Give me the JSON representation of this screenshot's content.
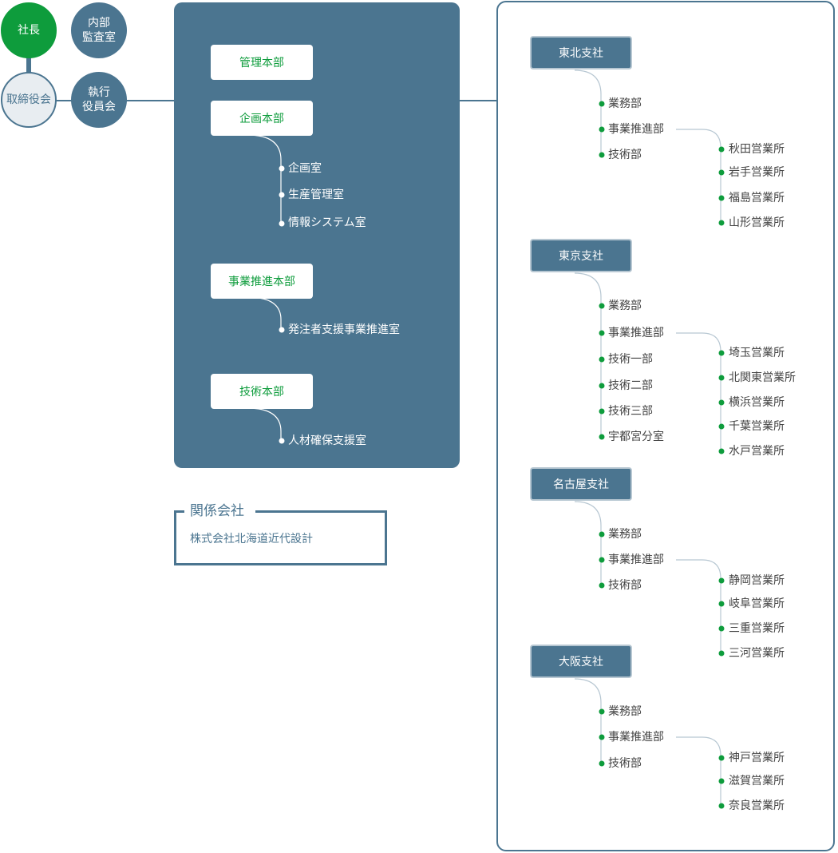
{
  "executive": {
    "president": "社長",
    "audit_line1": "内部",
    "audit_line2": "監査室",
    "board": "取締役会",
    "exec_line1": "執行",
    "exec_line2": "役員会"
  },
  "colors": {
    "primary": "#4b7590",
    "accent_green": "#0e9c3c",
    "light_bg": "#e8edf1"
  },
  "hq": {
    "divisions": [
      {
        "name": "管理本部",
        "children": []
      },
      {
        "name": "企画本部",
        "children": [
          "企画室",
          "生産管理室",
          "情報システム室"
        ]
      },
      {
        "name": "事業推進本部",
        "children": [
          "発注者支援事業推進室"
        ]
      },
      {
        "name": "技術本部",
        "children": [
          "人材確保支援室"
        ]
      }
    ]
  },
  "branches": [
    {
      "name": "東北支社",
      "departments": [
        "業務部",
        "事業推進部",
        "技術部"
      ],
      "offices": [
        "秋田営業所",
        "岩手営業所",
        "福島営業所",
        "山形営業所"
      ]
    },
    {
      "name": "東京支社",
      "departments": [
        "業務部",
        "事業推進部",
        "技術一部",
        "技術二部",
        "技術三部",
        "宇都宮分室"
      ],
      "offices": [
        "埼玉営業所",
        "北関東営業所",
        "横浜営業所",
        "千葉営業所",
        "水戸営業所"
      ]
    },
    {
      "name": "名古屋支社",
      "departments": [
        "業務部",
        "事業推進部",
        "技術部"
      ],
      "offices": [
        "静岡営業所",
        "岐阜営業所",
        "三重営業所",
        "三河営業所"
      ]
    },
    {
      "name": "大阪支社",
      "departments": [
        "業務部",
        "事業推進部",
        "技術部"
      ],
      "offices": [
        "神戸営業所",
        "滋賀営業所",
        "奈良営業所"
      ]
    }
  ],
  "affiliates": {
    "title": "関係会社",
    "items": [
      "株式会社北海道近代設計"
    ]
  }
}
